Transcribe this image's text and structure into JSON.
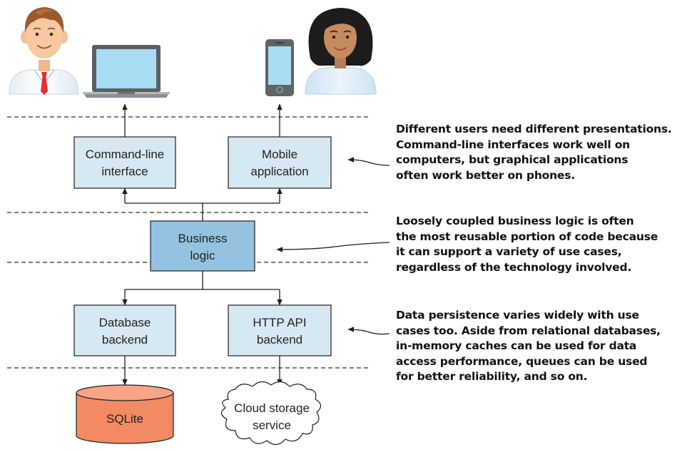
{
  "colors": {
    "box_fill": "#d6e8f2",
    "box_stroke": "#1f1f1f",
    "business_fill": "#93c3e0",
    "database_fill": "#f38a64",
    "database_top": "#f7a487",
    "divider": "#333333",
    "screen": "#a8dcf2",
    "device_frame": "#5f6467"
  },
  "icons": {
    "user_left": "man-user-icon",
    "laptop": "laptop-icon",
    "phone": "smartphone-icon",
    "user_right": "woman-user-icon",
    "database": "database-cylinder-icon",
    "cloud": "cloud-icon"
  },
  "nodes": {
    "cli": [
      "Command-line",
      "interface"
    ],
    "mobile": [
      "Mobile",
      "application"
    ],
    "business": [
      "Business",
      "logic"
    ],
    "database": [
      "Database",
      "backend"
    ],
    "http": [
      "HTTP API",
      "backend"
    ],
    "sqlite": "SQLite",
    "cloud": [
      "Cloud storage",
      "service"
    ]
  },
  "annotations": {
    "presentation": [
      "Different users need different presentations.",
      "Command-line interfaces work well on",
      "computers, but graphical applications",
      "often work better on phones."
    ],
    "business": [
      "Loosely coupled business logic is often",
      "the most reusable portion of code because",
      "it can support a variety of use cases,",
      "regardless of the technology involved."
    ],
    "persistence": [
      "Data persistence varies widely with use",
      "cases too. Aside from relational databases,",
      "in-memory caches can be used for data",
      "access performance, queues can be used",
      "for better reliability, and so on."
    ]
  }
}
